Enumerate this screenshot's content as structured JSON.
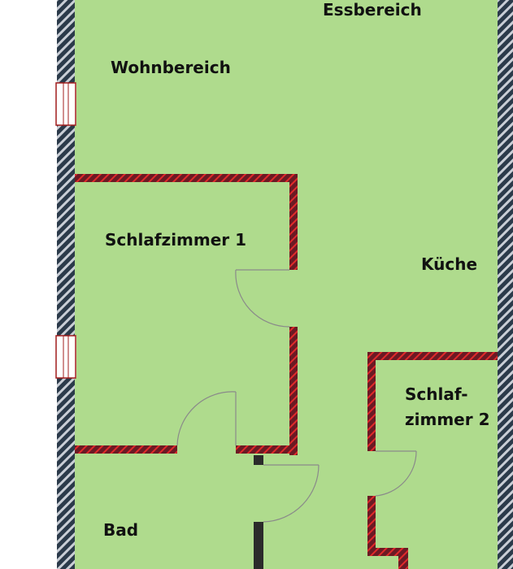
{
  "floor_plan": {
    "rooms": [
      {
        "id": "essbereich",
        "label": "Essbereich"
      },
      {
        "id": "wohnbereich",
        "label": "Wohnbereich"
      },
      {
        "id": "schlafzimmer-1",
        "label": "Schlafzimmer 1"
      },
      {
        "id": "kueche",
        "label": "Küche"
      },
      {
        "id": "schlafzimmer-2-line1",
        "label": "Schlaf-"
      },
      {
        "id": "schlafzimmer-2-line2",
        "label": "zimmer 2"
      },
      {
        "id": "bad",
        "label": "Bad"
      }
    ],
    "colors": {
      "floor": "#afdb8d",
      "exterior_wall": "#2b3a4a",
      "interior_wall": "#6b1a24",
      "interior_wall_stripe": "#e12a2a",
      "door_swing": "#8a8a8a",
      "window_frame": "#a01c1c"
    }
  }
}
